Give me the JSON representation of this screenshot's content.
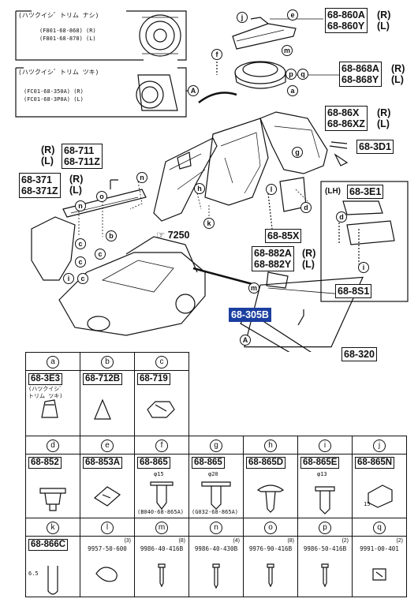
{
  "diagram": {
    "speaker_no": {
      "title": "(ハツクイシ゛トリム ナシ)",
      "lines": [
        "(F801-68-868) (R)",
        "(F801-68-878) (L)"
      ]
    },
    "speaker_yes": {
      "title": "(ハツクイシ゛トリム ツキ)",
      "lines": [
        "(FC01-68-350A) (R)",
        "(FC01-68-3P0A) (L)"
      ]
    },
    "labels": {
      "p860": [
        "68-860A",
        "68-860Y"
      ],
      "p860_side": [
        "(R)",
        "(L)"
      ],
      "p868": [
        "68-868A",
        "68-868Y"
      ],
      "p868_side": [
        "(R)",
        "(L)"
      ],
      "p86x": [
        "68-86X",
        "68-86XZ"
      ],
      "p86x_side": [
        "(R)",
        "(L)"
      ],
      "p3d1": "68-3D1",
      "p711": [
        "68-711",
        "68-711Z"
      ],
      "p711_side": [
        "(R)",
        "(L)"
      ],
      "p371": [
        "68-371",
        "68-371Z"
      ],
      "p371_side": [
        "(R)",
        "(L)"
      ],
      "p85x": "68-85X",
      "p882": [
        "68-882A",
        "68-882Y"
      ],
      "p882_side": [
        "(R)",
        "(L)"
      ],
      "p3e1": "68-3E1",
      "lh": "(LH)",
      "p8s1": "68-8S1",
      "p305b": "68-305B",
      "p320": "68-320",
      "p7250": "7250",
      "ref_a": "A"
    },
    "callouts": [
      "a",
      "b",
      "c",
      "d",
      "e",
      "f",
      "g",
      "h",
      "i",
      "j",
      "k",
      "l",
      "m",
      "n",
      "o",
      "p",
      "q"
    ]
  },
  "table": [
    {
      "letter": "a",
      "pn": "68-3E3",
      "sub": [
        "(ハツクイシ゛",
        "トリム ツキ)"
      ]
    },
    {
      "letter": "b",
      "pn": "68-712B"
    },
    {
      "letter": "c",
      "pn": "68-719"
    },
    {
      "letter": "d",
      "pn": "68-852"
    },
    {
      "letter": "e",
      "pn": "68-853A"
    },
    {
      "letter": "f",
      "pn": "68-865",
      "sub": [
        "(B040-68-865A)"
      ]
    },
    {
      "letter": "g",
      "pn": "68-865",
      "sub": [
        "(G032-68-865A)"
      ]
    },
    {
      "letter": "h",
      "pn": "68-865D"
    },
    {
      "letter": "i",
      "pn": "68-865E"
    },
    {
      "letter": "j",
      "pn": "68-865N"
    },
    {
      "letter": "k",
      "pn": "68-866C"
    },
    {
      "letter": "l",
      "pn": "9957-50-600",
      "qty": "(3)"
    },
    {
      "letter": "m",
      "pn": "9986-40-416B",
      "qty": "(8)"
    },
    {
      "letter": "n",
      "pn": "9986-40-430B",
      "qty": "(4)"
    },
    {
      "letter": "o",
      "pn": "9976-90-416B",
      "qty": "(8)"
    },
    {
      "letter": "p",
      "pn": "9986-50-416B",
      "qty": "(2)"
    },
    {
      "letter": "q",
      "pn": "9991-00-401",
      "qty": "(2)"
    }
  ],
  "dims": {
    "f": "φ15",
    "g": "φ20",
    "i": "φ13",
    "j": "15",
    "k": "6.5"
  }
}
